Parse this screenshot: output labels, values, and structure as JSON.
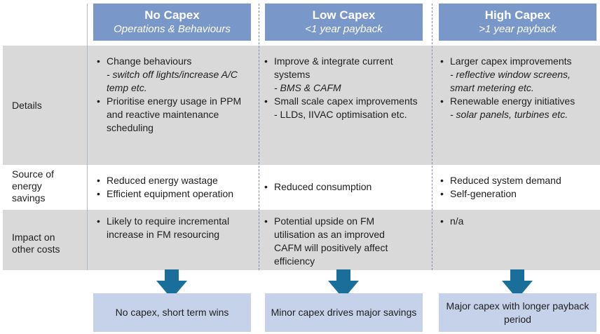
{
  "columns": [
    {
      "title": "No Capex",
      "subtitle": "Operations & Behaviours"
    },
    {
      "title": "Low Capex",
      "subtitle": "<1 year payback"
    },
    {
      "title": "High Capex",
      "subtitle": ">1 year payback"
    }
  ],
  "rows": [
    {
      "label": "Details",
      "cells": [
        [
          {
            "text": "Change behaviours",
            "sub": "- switch off lights/increase A/C temp etc.",
            "sub_italic": true
          },
          {
            "text": "Prioritise energy usage in PPM and reactive maintenance scheduling"
          }
        ],
        [
          {
            "text": "Improve & integrate current systems",
            "sub": "- BMS & CAFM",
            "sub_italic": true
          },
          {
            "text": "Small scale capex improvements",
            "sub": "- LLDs, IIVAC optimisation etc.",
            "sub_italic": false
          }
        ],
        [
          {
            "text": "Larger capex improvements",
            "sub": "- reflective window screens, smart metering etc.",
            "sub_italic": true
          },
          {
            "text": "Renewable energy initiatives",
            "sub": "- solar panels, turbines etc.",
            "sub_italic": true
          }
        ]
      ]
    },
    {
      "label": "Source of energy savings",
      "cells": [
        [
          {
            "text": "Reduced energy wastage"
          },
          {
            "text": "Efficient equipment operation"
          }
        ],
        [
          {
            "text": "Reduced consumption"
          }
        ],
        [
          {
            "text": "Reduced system demand"
          },
          {
            "text": "Self-generation"
          }
        ]
      ]
    },
    {
      "label": "Impact on other costs",
      "cells": [
        [
          {
            "text": "Likely to require incremental increase in FM resourcing"
          }
        ],
        [
          {
            "text": "Potential upside on FM utilisation as an improved CAFM will positively affect efficiency"
          }
        ],
        [
          {
            "text": "n/a"
          }
        ]
      ]
    }
  ],
  "outcomes": [
    "No capex, short term wins",
    "Minor capex drives major savings",
    "Major capex with longer payback period"
  ],
  "colors": {
    "header": "#7a97c9",
    "band_gray": "#d9d9d9",
    "arrow": "#1a6e9a",
    "outcome_box": "#c6d2ea"
  }
}
